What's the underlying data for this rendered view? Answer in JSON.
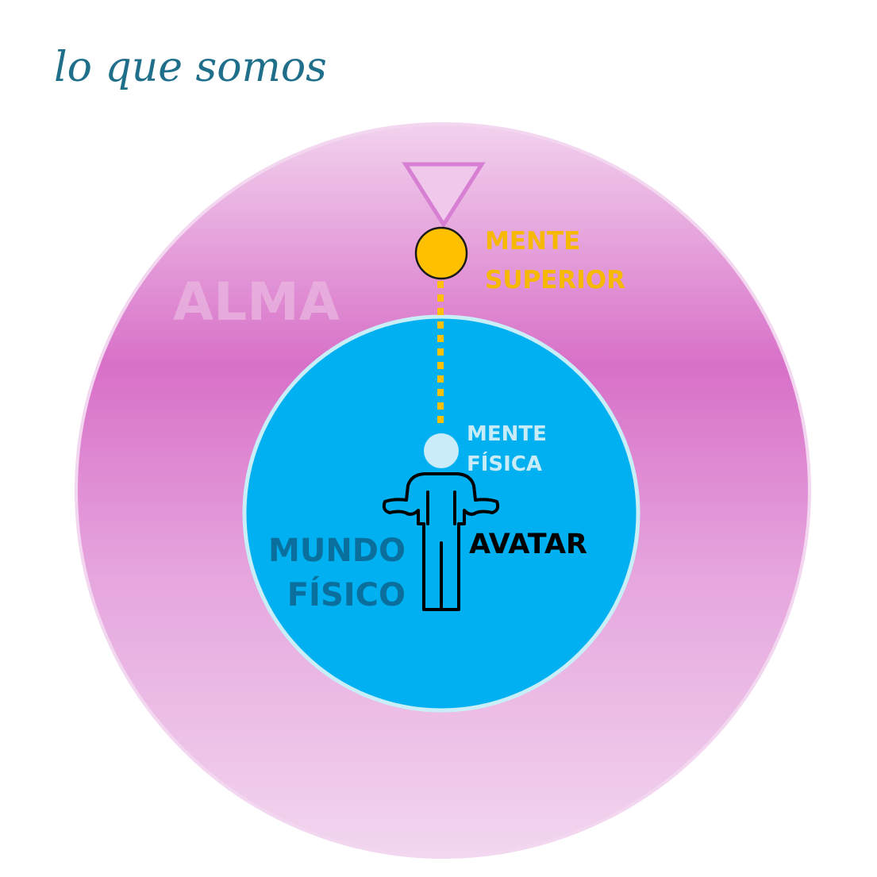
{
  "title": "lo que somos",
  "alma": {
    "label": "ALMA"
  },
  "mente_superior": {
    "line1": "MENTE",
    "line2": "SUPERIOR"
  },
  "mente_fisica": {
    "line1": "MENTE",
    "line2": "FÍSICA"
  },
  "mundo_fisico": {
    "line1": "MUNDO",
    "line2": "FÍSICO"
  },
  "avatar": {
    "label": "AVATAR"
  },
  "colors": {
    "alma_gradient": [
      "#f2d4ee",
      "#d870c8",
      "#f2d4ee"
    ],
    "physical_world": "#00b0f0",
    "physical_world_border": "#c8eef8",
    "higher_mind": "#ffc000",
    "connector": "#ffc000",
    "triangle": "#d77fd3",
    "title": "#1f6f8b"
  }
}
